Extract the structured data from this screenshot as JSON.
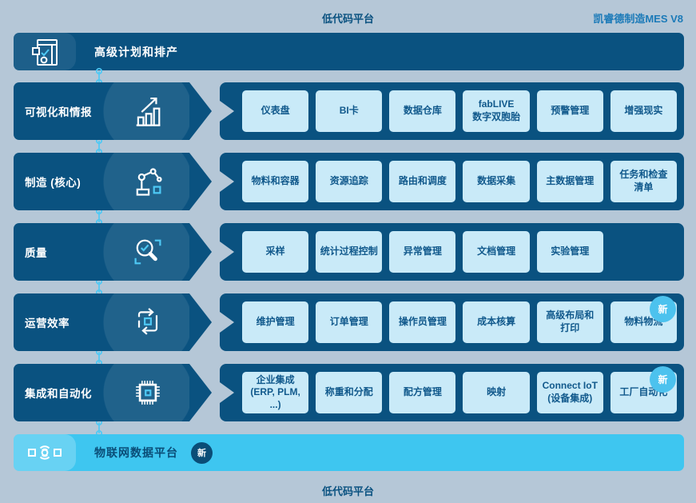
{
  "page": {
    "top_platform_label": "低代码平台",
    "bottom_platform_label": "低代码平台",
    "brand": "凯睿德制造MES V8"
  },
  "colors": {
    "background": "#b5c7d7",
    "navy": "#0a5280",
    "box_fill": "#c9eaf8",
    "box_text": "#11598c",
    "cyan_accent": "#4ec9f5",
    "bottom_banner": "#3ec6f0",
    "new_badge_row": "#4cc2ee",
    "new_badge_bottom": "#0a4d77"
  },
  "top_banner": {
    "title": "高级计划和排产",
    "icon": "planning-board-icon"
  },
  "rows": [
    {
      "label": "可视化和情报",
      "icon": "bar-chart-growth-icon",
      "boxes": [
        "仪表盘",
        "BI卡",
        "数据仓库",
        "fabLIVE\n数字双胞胎",
        "预警管理",
        "增强现实"
      ]
    },
    {
      "label": "制造 (核心)",
      "icon": "robot-arm-icon",
      "boxes": [
        "物料和容器",
        "资源追踪",
        "路由和调度",
        "数据采集",
        "主数据管理",
        "任务和检查\n清单"
      ]
    },
    {
      "label": "质量",
      "icon": "magnifier-check-icon",
      "boxes": [
        "采样",
        "统计过程控制",
        "异常管理",
        "文档管理",
        "实验管理"
      ]
    },
    {
      "label": "运营效率",
      "icon": "cycle-arrows-icon",
      "boxes": [
        "维护管理",
        "订单管理",
        "操作员管理",
        "成本核算",
        "高级布局和\n打印",
        "物料物流"
      ],
      "badge": "新"
    },
    {
      "label": "集成和自动化",
      "icon": "chip-icon",
      "boxes": [
        "企业集成\n(ERP, PLM, ...)",
        "称重和分配",
        "配方管理",
        "映射",
        "Connect IoT\n(设备集成)",
        "工厂自动化"
      ],
      "badge": "新"
    }
  ],
  "bottom_banner": {
    "title": "物联网数据平台",
    "badge": "新",
    "icon": "iot-signal-icon"
  }
}
